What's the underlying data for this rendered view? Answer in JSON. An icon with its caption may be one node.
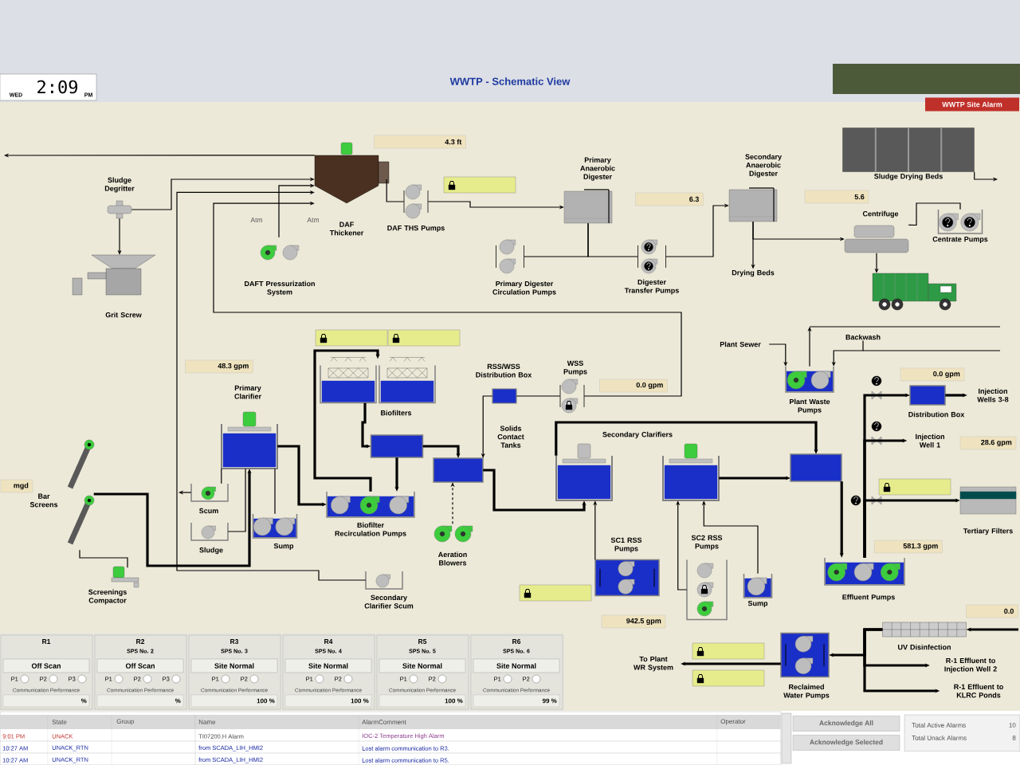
{
  "diagram": {
    "title": "WWTP - Schematic View",
    "nodes": [
      {
        "text": [
          "Sludge Degritter"
        ]
      },
      {
        "text": [
          "Grit Screw"
        ]
      },
      {
        "text": [
          "DAF Thickener"
        ]
      },
      {
        "text": [
          "DAF THS Pumps"
        ]
      },
      {
        "text": [
          "DAFT Pressurization System"
        ]
      },
      {
        "text": [
          "Primary Anaerobic Digester"
        ]
      },
      {
        "text": [
          "Primary Digester Circulation Pumps"
        ]
      },
      {
        "text": [
          "Digester Transfer Pumps"
        ]
      },
      {
        "text": [
          "Secondary Anaerobic Digester"
        ]
      },
      {
        "text": [
          "Drying Beds"
        ]
      },
      {
        "text": [
          "Centrifuge"
        ]
      },
      {
        "text": [
          "Centrate Pumps"
        ]
      },
      {
        "text": [
          "Sludge Drying Beds"
        ]
      },
      {
        "text": [],
        "shape": "picture"
      },
      {
        "text": [
          "Primary Clarifier"
        ]
      },
      {
        "text": [
          "Scum"
        ]
      },
      {
        "text": [
          "Sludge"
        ]
      },
      {
        "text": [
          "Sump"
        ]
      },
      {
        "text": [
          "Bar Screens"
        ]
      },
      {
        "text": [
          "Screenings Compactor"
        ]
      },
      {
        "text": [
          "Biofilters"
        ]
      },
      {
        "text": [],
        "shape": "box"
      },
      {
        "text": [
          "Biofilter Recirculation Pumps"
        ]
      },
      {
        "text": [
          "Solids Contact Tanks"
        ]
      },
      {
        "text": [
          "Aeration Blowers"
        ]
      },
      {
        "text": [
          "RSS/WSS Distribution Box"
        ]
      },
      {
        "text": [
          "WSS Pumps"
        ]
      },
      {
        "text": [
          "Secondary Clarifier Scum"
        ]
      },
      {
        "text": [
          "Secondary Clarifiers"
        ]
      },
      {
        "text": [],
        "shape": "cylinder"
      },
      {
        "text": [
          "SC1 RSS Pumps"
        ]
      },
      {
        "text": [
          "SC2 RSS Pumps"
        ]
      },
      {
        "text": [
          "Sump"
        ]
      },
      {
        "text": [],
        "shape": "box"
      },
      {
        "text": [
          "Effluent Pumps"
        ]
      },
      {
        "text": [
          "Plant Waste Pumps"
        ]
      },
      {
        "text": [
          "Plant Sewer"
        ]
      },
      {
        "text": [
          "Backwash"
        ]
      },
      {
        "text": [
          "Distribution Box"
        ]
      },
      {
        "text": [
          "Injection Wells 3-8"
        ]
      },
      {
        "text": [
          "Injection Well 1"
        ]
      },
      {
        "text": [
          "Tertiary Filters"
        ]
      },
      {
        "text": [
          "UV Disinfection"
        ]
      },
      {
        "text": [
          "Reclaimed Water Pumps"
        ]
      },
      {
        "text": [
          "To Plant WR System"
        ]
      },
      {
        "text": [
          "R-1 Effluent to Injection Well 2"
        ]
      },
      {
        "text": [
          "R-1 Effluent to KLRC Ponds"
        ]
      }
    ],
    "edges": [
      {
        "from": 0,
        "to": 2,
        "arrow": "to"
      },
      {
        "from": 2,
        "to": 3,
        "arrow": "none"
      },
      {
        "from": 4,
        "to": 2,
        "arrow": "to"
      },
      {
        "from": 3,
        "to": 5,
        "arrow": "to"
      },
      {
        "from": 6,
        "to": 5,
        "arrow": "none"
      },
      {
        "from": 5,
        "to": 7,
        "arrow": "none"
      },
      {
        "from": 7,
        "to": 8,
        "arrow": "to"
      },
      {
        "from": 8,
        "to": 9,
        "arrow": "to"
      },
      {
        "from": 8,
        "to": 10,
        "arrow": "to"
      },
      {
        "from": 10,
        "to": 13,
        "arrow": "to"
      },
      {
        "from": 10,
        "to": 11,
        "arrow": "none"
      },
      {
        "from": 12,
        "to": null,
        "arrow": "to"
      },
      {
        "from": 0,
        "to": 1,
        "arrow": "to"
      },
      {
        "from": 18,
        "to": 14,
        "arrow": "to",
        "style": "thick"
      },
      {
        "from": 14,
        "to": 22,
        "arrow": "to",
        "style": "thick"
      },
      {
        "from": 14,
        "to": 15,
        "arrow": "none"
      },
      {
        "from": 15,
        "to": null,
        "arrow": "to"
      },
      {
        "from": 22,
        "to": 20,
        "arrow": "to",
        "style": "thick"
      },
      {
        "from": 20,
        "to": 21,
        "arrow": "to",
        "style": "thick"
      },
      {
        "from": 21,
        "to": 23,
        "arrow": "to",
        "style": "thick"
      },
      {
        "from": 21,
        "to": 22,
        "arrow": "to",
        "style": "thick"
      },
      {
        "from": 24,
        "to": 23,
        "arrow": "to",
        "style": "dashed"
      },
      {
        "from": 25,
        "to": 23,
        "arrow": "to"
      },
      {
        "from": 26,
        "to": 25,
        "arrow": "none"
      },
      {
        "from": 23,
        "to": 28,
        "arrow": "to",
        "style": "thick"
      },
      {
        "from": 28,
        "to": 33,
        "arrow": "to",
        "style": "thick"
      },
      {
        "from": 29,
        "to": 33,
        "arrow": "to",
        "style": "thick"
      },
      {
        "from": 33,
        "to": 34,
        "arrow": "to",
        "style": "thick"
      },
      {
        "from": 34,
        "to": 40,
        "arrow": "to",
        "style": "thick"
      },
      {
        "from": 34,
        "to": 38,
        "arrow": "to",
        "style": "thick"
      },
      {
        "from": 38,
        "to": 39,
        "arrow": "to",
        "style": "thick"
      },
      {
        "from": 34,
        "to": 41,
        "arrow": "to",
        "style": "thick"
      },
      {
        "from": 36,
        "to": 35,
        "arrow": "to"
      },
      {
        "from": 37,
        "to": 35,
        "arrow": "to"
      },
      {
        "from": 35,
        "to": null,
        "arrow": "to"
      },
      {
        "from": 42,
        "to": 43,
        "arrow": "to",
        "style": "thick"
      },
      {
        "from": 43,
        "to": 44,
        "arrow": "to",
        "style": "thick"
      },
      {
        "from": 42,
        "to": 45,
        "arrow": "to",
        "style": "thick"
      },
      {
        "from": 42,
        "to": 46,
        "arrow": "to",
        "style": "thick"
      },
      {
        "from": 30,
        "to": 28,
        "arrow": "to"
      },
      {
        "from": 31,
        "to": 29,
        "arrow": "to"
      },
      {
        "from": 32,
        "to": 29,
        "arrow": "to"
      },
      {
        "from": 18,
        "to": 19,
        "arrow": "none"
      },
      {
        "from": 16,
        "to": 14,
        "arrow": "none"
      },
      {
        "from": 17,
        "to": 14,
        "arrow": "none"
      },
      {
        "from": 27,
        "to": 2,
        "arrow": "to"
      },
      {
        "from": 26,
        "to": 2,
        "arrow": "to"
      },
      {
        "from": 2,
        "to": null,
        "arrow": "to"
      },
      {
        "from": null,
        "to": 42,
        "arrow": "to",
        "style": "thick"
      }
    ],
    "labels": [
      "WED",
      "2:09",
      "PM",
      "WWTP Site Alarm",
      "4.3 ft",
      "6.3",
      "5.6",
      "Atm",
      "Atm",
      "48.3 gpm",
      "0.0 gpm",
      "0.0 gpm",
      "28.6 gpm",
      "mgd",
      "581.3 gpm",
      "942.5 gpm",
      "0.0",
      "R1",
      "Off Scan",
      "P1",
      "P2",
      "P3",
      "Communication Performance",
      "%",
      "R2",
      "SPS No. 2",
      "Off Scan",
      "P1",
      "P2",
      "P3",
      "Communication Performance",
      "%",
      "R3",
      "SPS No. 3",
      "Site Normal",
      "P1",
      "P2",
      "Communication Performance",
      "100 %",
      "R4",
      "SPS No. 4",
      "Site Normal",
      "P1",
      "P2",
      "Communication Performance",
      "100 %",
      "R5",
      "SPS No. 5",
      "Site Normal",
      "P1",
      "P2",
      "Communication Performance",
      "100 %",
      "R6",
      "SPS No. 6",
      "Site Normal",
      "P1",
      "P2",
      "Communication Performance",
      "99 %",
      "State",
      "Group",
      "Name",
      "AlarmComment",
      "Operator",
      "9:01 PM",
      "UNACK",
      "TI07200.H Alarm",
      "IOC-2 Temperature High Alarm",
      "10:27 AM",
      "UNACK_RTN",
      "from SCADA_LIH_HMI2",
      "Lost alarm communication to R3.",
      "10:27 AM",
      "UNACK_RTN",
      "from SCADA_LIH_HMI2",
      "Lost alarm communication to R5.",
      "Acknowledge All",
      "Acknowledge Selected",
      "Total Active Alarms",
      "10",
      "Total Unack Alarms",
      "8"
    ]
  }
}
